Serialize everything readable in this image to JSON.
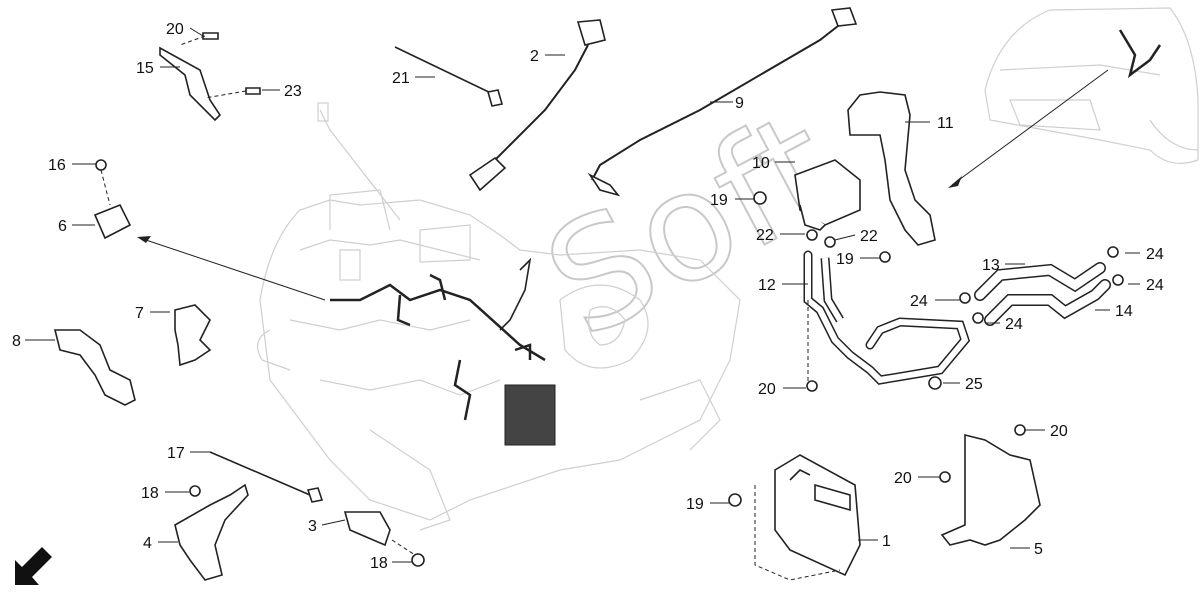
{
  "diagram": {
    "watermark": "Soft",
    "callouts": [
      "20",
      "15",
      "23",
      "2",
      "21",
      "9",
      "11",
      "10",
      "19",
      "22",
      "22",
      "19",
      "16",
      "6",
      "12",
      "13",
      "24",
      "24",
      "24",
      "24",
      "14",
      "7",
      "8",
      "20",
      "25",
      "17",
      "18",
      "4",
      "3",
      "18",
      "20",
      "20",
      "19",
      "1",
      "5"
    ]
  },
  "colors": {
    "ink": "#222222",
    "ghost": "#cfcfcf",
    "watermark": "#c8c8c8"
  },
  "icons": {
    "direction_arrow": "arrow-down-left-icon"
  }
}
